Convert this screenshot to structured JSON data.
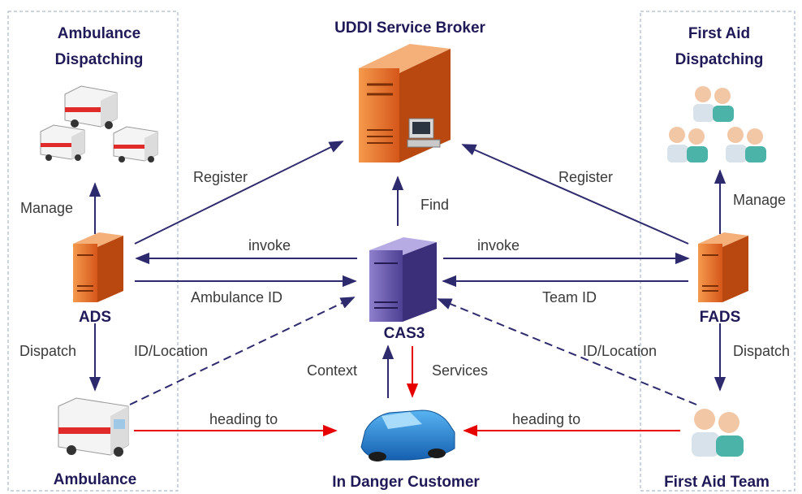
{
  "titles": {
    "ambulance_dispatching": [
      "Ambulance",
      "Dispatching"
    ],
    "uddi": "UDDI Service Broker",
    "first_aid_dispatching": [
      "First Aid",
      "Dispatching"
    ]
  },
  "nodes": {
    "ads": "ADS",
    "cas3": "CAS3",
    "fads": "FADS",
    "ambulance": "Ambulance",
    "customer": "In Danger Customer",
    "first_aid_team": "First Aid Team"
  },
  "edges": {
    "register_left": "Register",
    "register_right": "Register",
    "find": "Find",
    "manage_left": "Manage",
    "manage_right": "Manage",
    "invoke_left": "invoke",
    "invoke_right": "invoke",
    "ambulance_id": "Ambulance ID",
    "team_id": "Team ID",
    "dispatch_left": "Dispatch",
    "dispatch_right": "Dispatch",
    "id_location_left": "ID/Location",
    "id_location_right": "ID/Location",
    "context": "Context",
    "services": "Services",
    "heading_to_left": "heading to",
    "heading_to_right": "heading to"
  },
  "colors": {
    "arrow": "#2e2a6e",
    "red_arrow": "#e60000",
    "title": "#1f1a57",
    "server_orange": "#e8742a",
    "server_purple": "#6a5aaa",
    "car_blue": "#1f7fd0"
  }
}
